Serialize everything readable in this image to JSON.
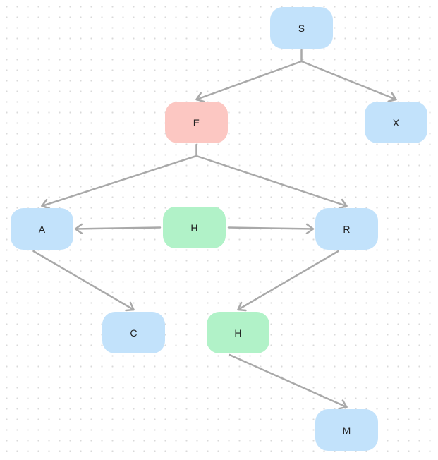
{
  "colors": {
    "blue_node": "#c2e2fb",
    "red_node": "#fcc7c2",
    "green_node": "#b1f2c8",
    "edge": "#a9a9a9"
  },
  "nodes": {
    "S": {
      "label": "S",
      "color": "blue"
    },
    "E": {
      "label": "E",
      "color": "red"
    },
    "X": {
      "label": "X",
      "color": "blue"
    },
    "A": {
      "label": "A",
      "color": "blue"
    },
    "H1": {
      "label": "H",
      "color": "green"
    },
    "R": {
      "label": "R",
      "color": "blue"
    },
    "C": {
      "label": "C",
      "color": "blue"
    },
    "H2": {
      "label": "H",
      "color": "green"
    },
    "M": {
      "label": "M",
      "color": "blue"
    }
  },
  "edges": [
    {
      "from": "S",
      "to": "E"
    },
    {
      "from": "S",
      "to": "X"
    },
    {
      "from": "E",
      "to": "A"
    },
    {
      "from": "E",
      "to": "R"
    },
    {
      "from": "H1",
      "to": "A"
    },
    {
      "from": "H1",
      "to": "R"
    },
    {
      "from": "A",
      "to": "C"
    },
    {
      "from": "R",
      "to": "H2"
    },
    {
      "from": "H2",
      "to": "M"
    }
  ]
}
